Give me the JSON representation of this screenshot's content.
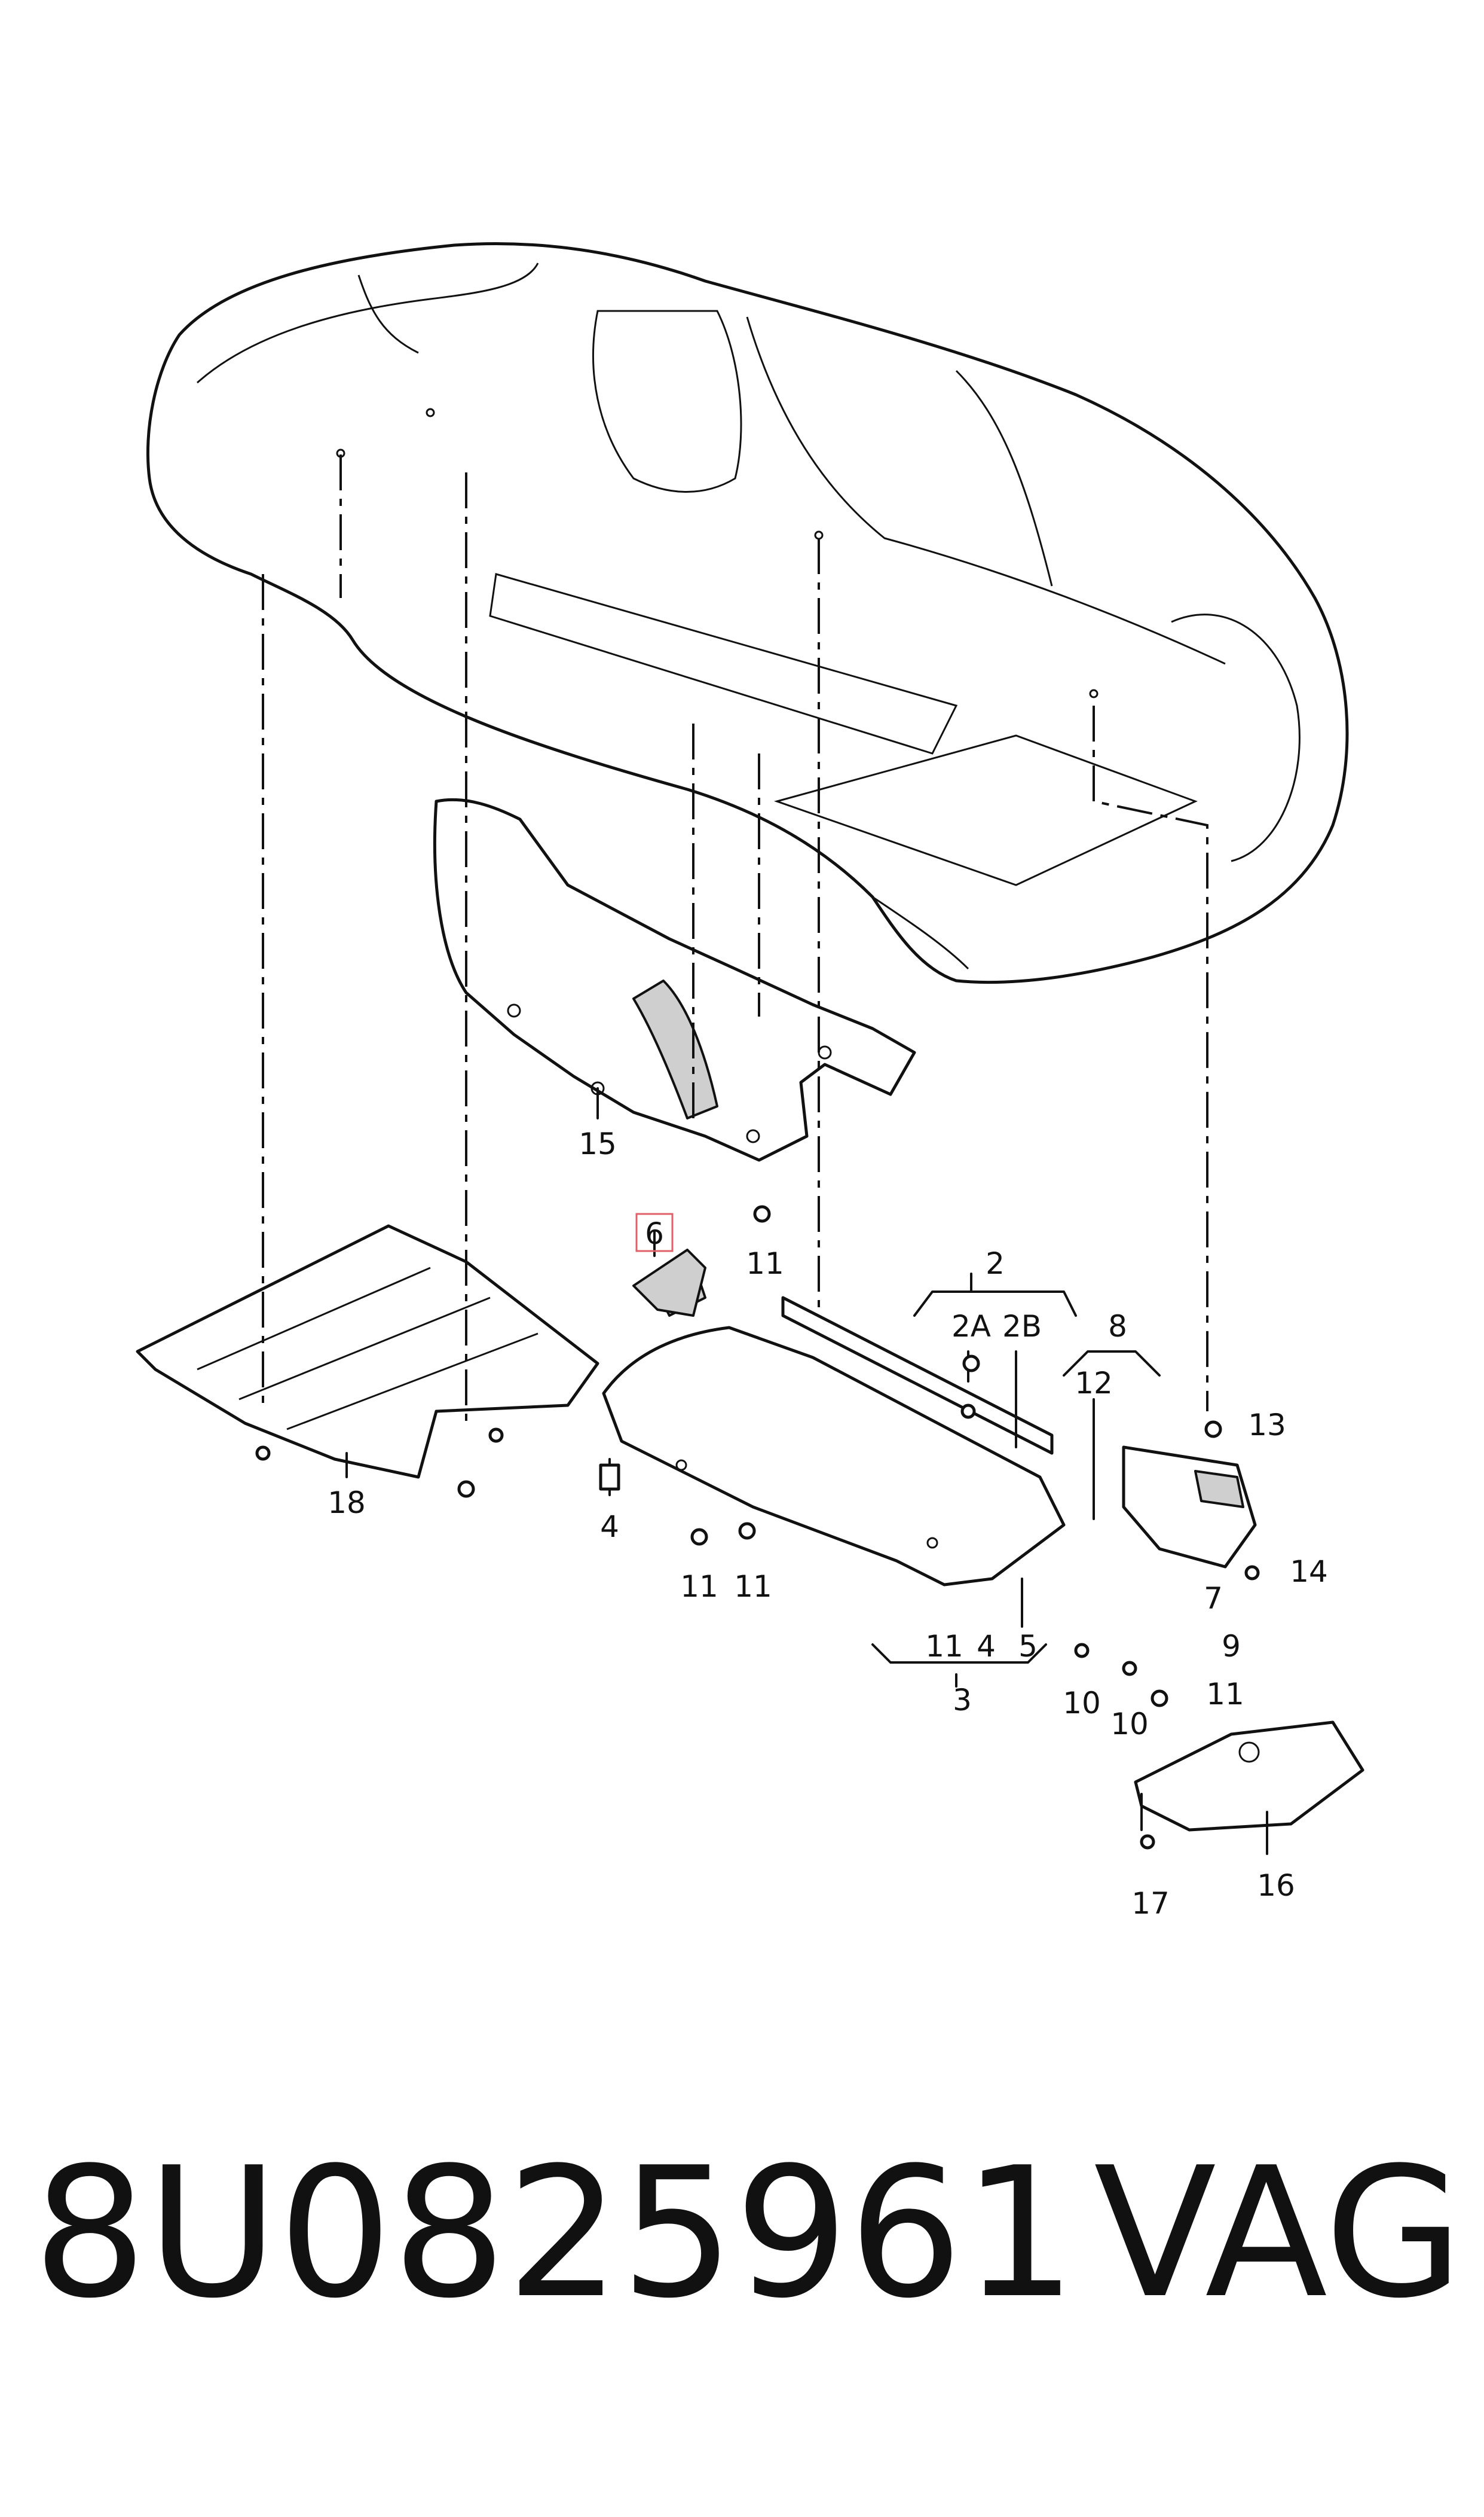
{
  "callouts": {
    "c1": "15",
    "c2": "6",
    "c3": "11",
    "c4": "2",
    "c5": "2A",
    "c6": "2B",
    "c7": "8",
    "c8": "12",
    "c9": "13",
    "c10": "18",
    "c11": "4",
    "c12": "11",
    "c13": "11",
    "c14": "14",
    "c15": "7",
    "c16": "9",
    "c17": "11",
    "c18": "4",
    "c19": "5",
    "c20": "3",
    "c21": "10",
    "c22": "10",
    "c23": "11",
    "c24": "16",
    "c25": "17"
  },
  "part_number": "8U0825961",
  "brand": "VAG",
  "highlight_color": "#e0606a"
}
